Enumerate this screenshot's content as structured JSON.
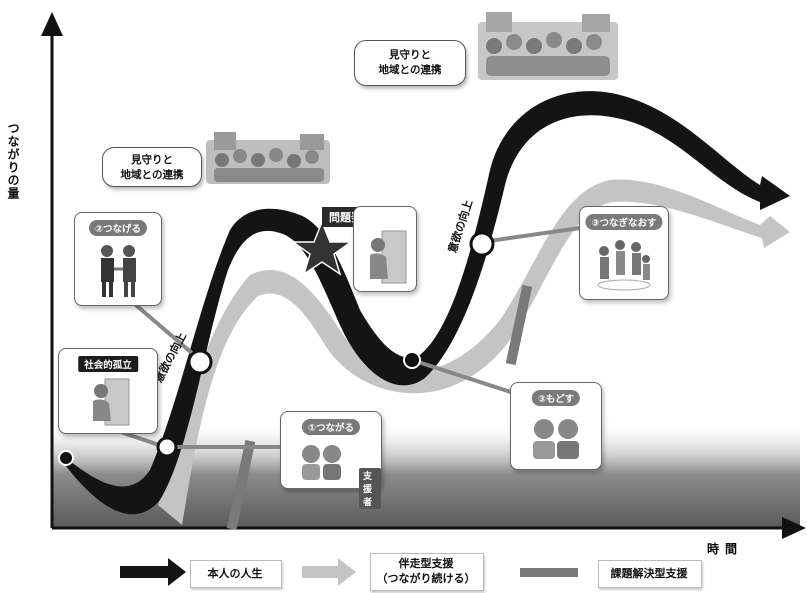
{
  "axes": {
    "y_label": "つながりの量",
    "x_label": "時間"
  },
  "callouts": {
    "watch_1": "見守りと\n地域との連携",
    "watch_2": "見守りと\n地域との連携"
  },
  "curve_labels": {
    "motivation_1": "意欲の向上",
    "motivation_2": "意欲の向上"
  },
  "cards": {
    "isolation": "社会的孤立",
    "connect_2": "②つなげる",
    "connect_1": "①つながる",
    "supporter": "支援者",
    "problem": "問題発生",
    "return_3": "③もどす",
    "reconnect_3": "③つなぎなおす"
  },
  "legend": {
    "life": "本人の人生",
    "accompany": "伴走型支援\n（つながり続ける）",
    "solve": "課題解決型支援"
  },
  "colors": {
    "life": "#141414",
    "accompany": "#c4c4c4",
    "solve": "#7a7a7a"
  }
}
